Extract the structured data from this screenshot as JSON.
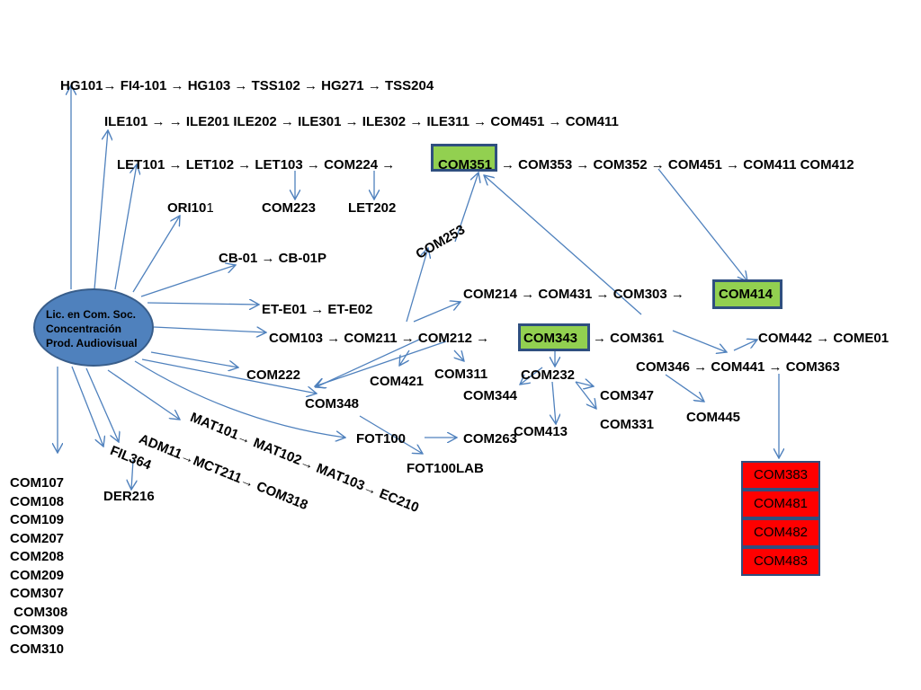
{
  "center": {
    "line1": "Lic. en Com. Soc.",
    "line2": "Concentración",
    "line3": "Prod. Audiovisual",
    "fill": "#4f81bd"
  },
  "rows": {
    "hg": "HG101→ FI4-101 → HG103 → TSS102 → HG271 → TSS204",
    "ile": "ILE101 → → ILE201 ILE202 → ILE301 → ILE302 → ILE311 → COM451 → COM411",
    "let_a": "LET101 → LET102 → LET103 → COM224 →",
    "let_b": "→ COM353 → COM352 → COM451 → COM411 COM412",
    "ori_a": "ORI10",
    "ori_b": "1",
    "com223": "COM223",
    "let202": "LET202",
    "cb": "CB-01 → CB-01P",
    "com253": "COM253",
    "com214": "COM214 → COM431 → COM303 →",
    "et": "ET-E01 → ET-E02",
    "com103": "COM103 → COM211 → COM212 →",
    "com361": "→ COM361",
    "com442": "COM442 → COME01",
    "com346": "COM346 → COM441 → COM363",
    "com222": "COM222",
    "com421": "COM421",
    "com311": "COM311",
    "com232": "COM232",
    "com344": "COM344",
    "com347": "COM347",
    "com348": "COM348",
    "com445": "COM445",
    "com331": "COM331",
    "com413": "COM413",
    "mat": "MAT101→ MAT102→  MAT103→  EC210",
    "fot100": "FOT100",
    "com263": "COM263",
    "fot100lab": "FOT100LAB",
    "adm": "ADM11→MCT211→  COM318",
    "fil": "FIL364",
    "der": "DER216"
  },
  "green_boxes": {
    "com351": "COM351",
    "com414": "COM414",
    "com343": "COM343",
    "fill": "#92d050"
  },
  "red_boxes": {
    "items": [
      "COM383",
      "COM481",
      "COM482",
      "COM483"
    ],
    "fill": "#ff0000"
  },
  "left_list": [
    "COM107",
    "COM108",
    "COM109",
    "COM207",
    "COM208",
    "COM209",
    "COM307",
    " COM308",
    "COM309",
    "COM310"
  ],
  "arrow_color": "#4f81bd"
}
